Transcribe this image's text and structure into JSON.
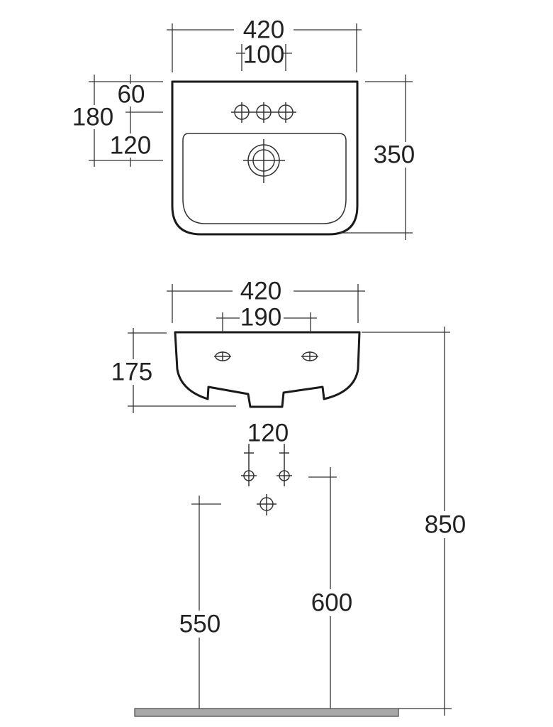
{
  "plan_view": {
    "overall_width": "420",
    "tap_hole_spacing": "100",
    "back_to_tap_holes": "60",
    "back_to_waste": "180",
    "tap_holes_to_waste": "120",
    "overall_depth": "350"
  },
  "front_view": {
    "overall_width": "420",
    "fixing_hole_spacing": "190",
    "basin_height": "175",
    "supply_spacing": "120",
    "rim_height": "850",
    "supply_height": "600",
    "waste_height": "550"
  },
  "colors": {
    "line": "#1a1a1a",
    "floor": "#a8a8a8"
  }
}
